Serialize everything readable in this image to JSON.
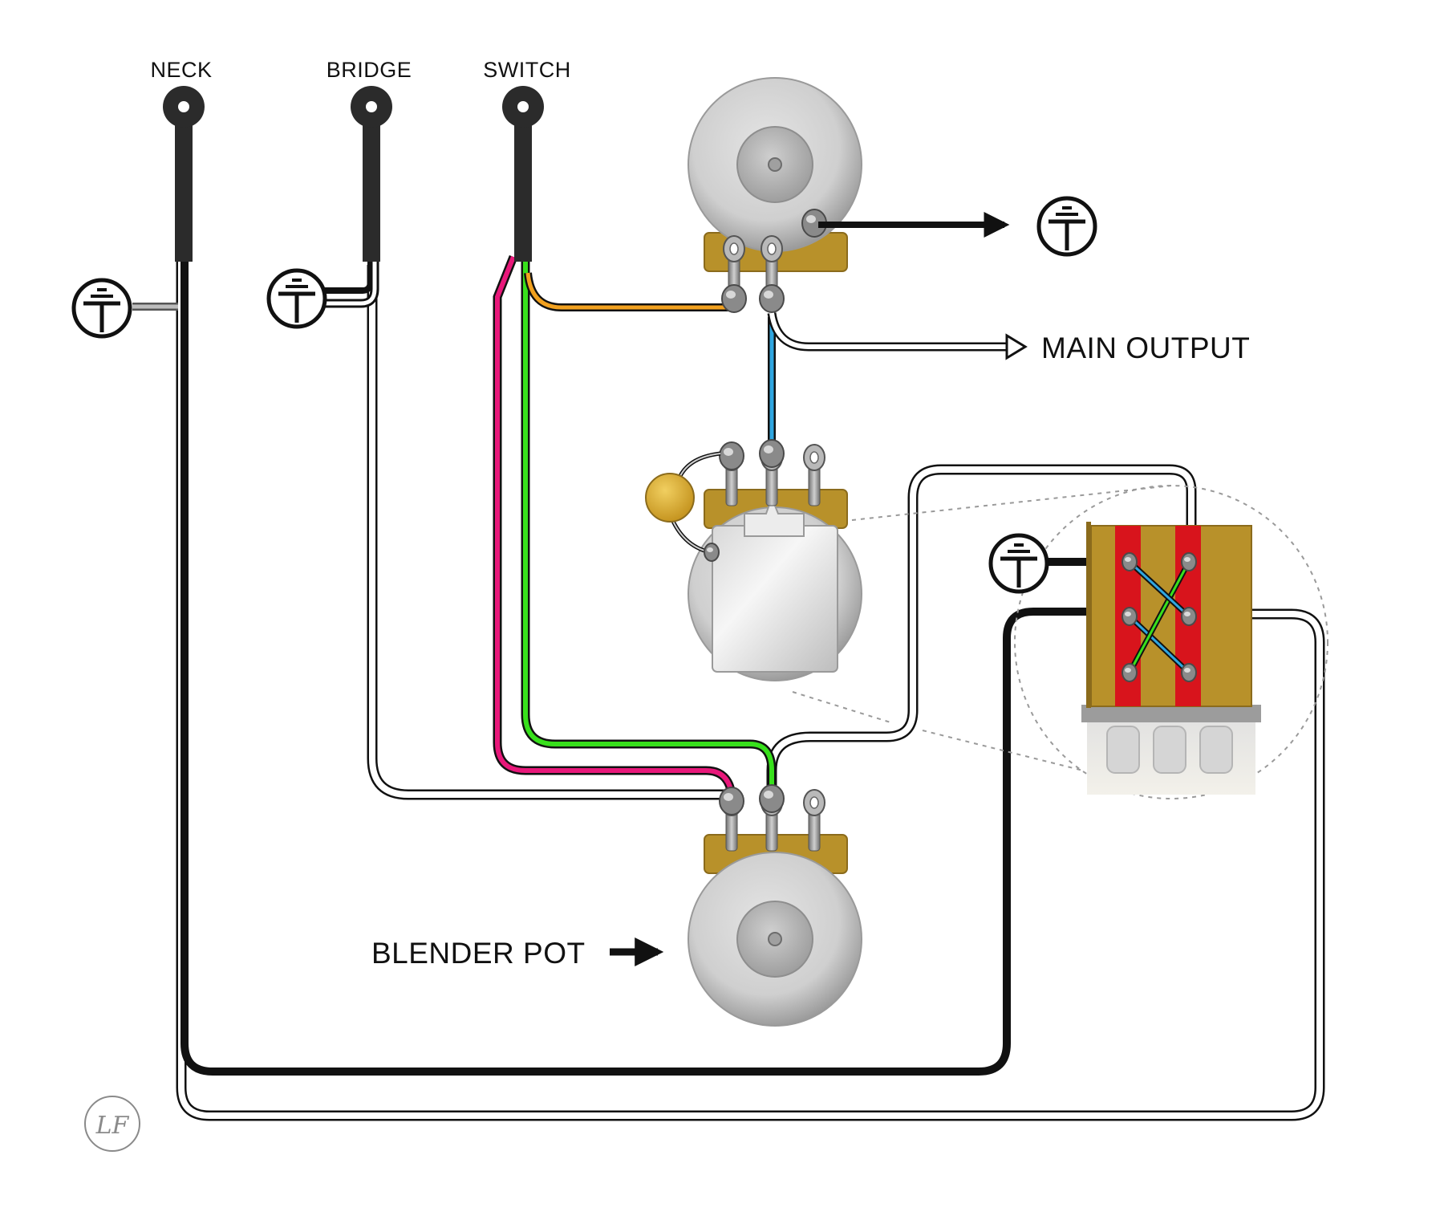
{
  "labels": {
    "neck": "NECK",
    "bridge": "BRIDGE",
    "switch": "SWITCH",
    "main_output": "MAIN OUTPUT",
    "blender_pot": "BLENDER POT"
  },
  "components": [
    {
      "id": "volume-pot",
      "icon": "potentiometer-icon"
    },
    {
      "id": "tone-pot",
      "icon": "push-pull-potentiometer-icon"
    },
    {
      "id": "blender-pot",
      "icon": "potentiometer-icon"
    },
    {
      "id": "capacitor",
      "icon": "capacitor-icon"
    },
    {
      "id": "dpdt-switch",
      "icon": "dpdt-switch-icon"
    },
    {
      "id": "ground",
      "icon": "ground-icon",
      "count": 4
    }
  ],
  "wire_colors": {
    "black": "#111111",
    "white": "#ffffff",
    "hot": "#2b2b2b",
    "orange": "#f2a11f",
    "blue": "#2fa6e0",
    "pink": "#e8187a",
    "green": "#38e01c",
    "switch_red": "#d8141c",
    "lug_tan": "#b8912a",
    "capacitor_gold": "#e0b12b"
  },
  "logo_text": "LF"
}
